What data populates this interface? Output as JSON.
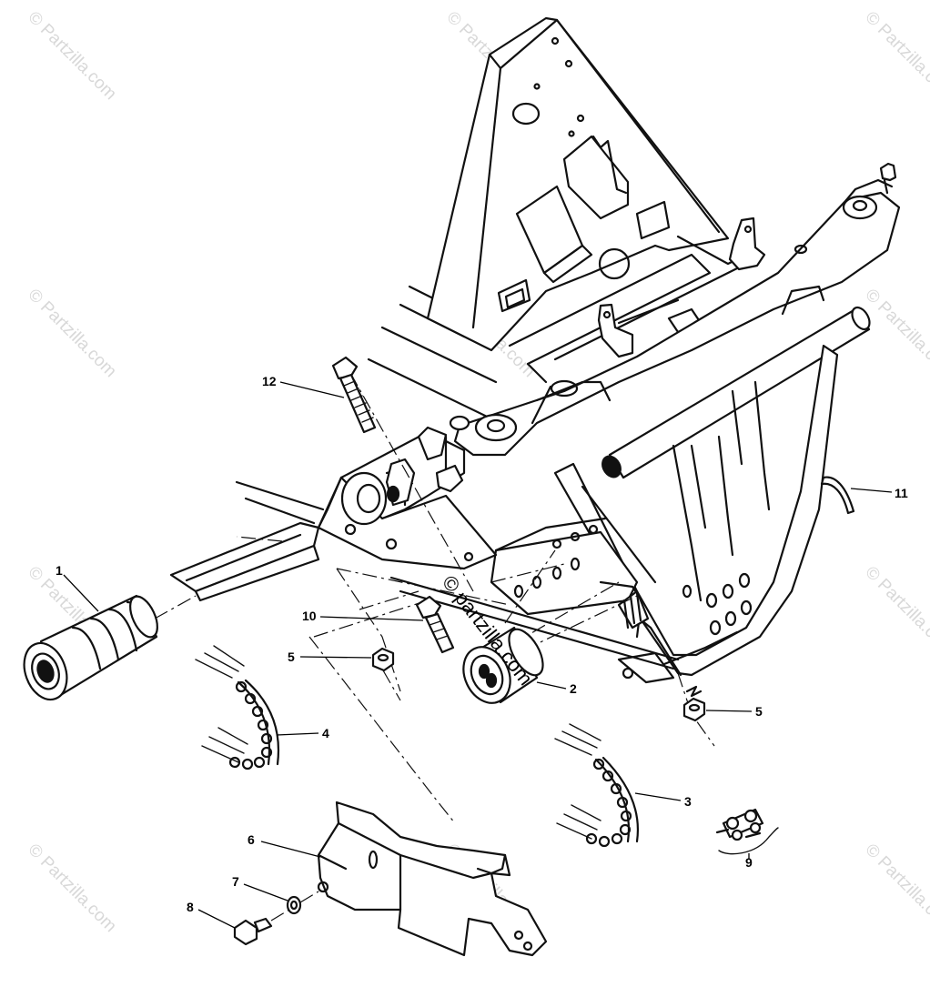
{
  "watermark": {
    "text": "© Partzilla.com",
    "center_text": "© partzilla.com"
  },
  "callouts": [
    {
      "id": "1",
      "label": "1"
    },
    {
      "id": "2",
      "label": "2"
    },
    {
      "id": "3",
      "label": "3"
    },
    {
      "id": "4",
      "label": "4"
    },
    {
      "id": "5a",
      "label": "5"
    },
    {
      "id": "5b",
      "label": "5"
    },
    {
      "id": "6",
      "label": "6"
    },
    {
      "id": "7",
      "label": "7"
    },
    {
      "id": "8",
      "label": "8"
    },
    {
      "id": "9",
      "label": "9"
    },
    {
      "id": "10",
      "label": "10"
    },
    {
      "id": "11",
      "label": "11"
    },
    {
      "id": "12",
      "label": "12"
    }
  ],
  "colors": {
    "line": "#111111",
    "background": "#ffffff",
    "watermark": "#c8c8c8"
  }
}
